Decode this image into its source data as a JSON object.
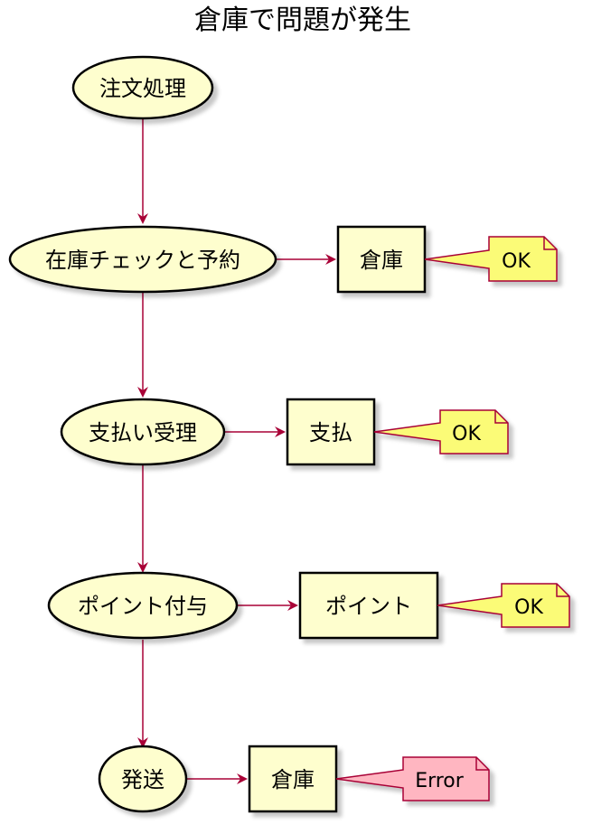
{
  "title": "倉庫で問題が発生",
  "colors": {
    "node_fill": "#FEFECE",
    "node_stroke": "#000000",
    "arrow": "#A80036",
    "note_ok": "#FBFB77",
    "note_error": "#FFB6C1",
    "shadow": "#d0d0d0"
  },
  "nodes": {
    "order": "注文処理",
    "stock": "在庫チェックと予約",
    "payment": "支払い受理",
    "points": "ポイント付与",
    "ship": "発送"
  },
  "boxes": {
    "warehouse1": "倉庫",
    "payment": "支払",
    "points": "ポイント",
    "warehouse2": "倉庫"
  },
  "notes": {
    "n1": "OK",
    "n2": "OK",
    "n3": "OK",
    "n4": "Error"
  }
}
